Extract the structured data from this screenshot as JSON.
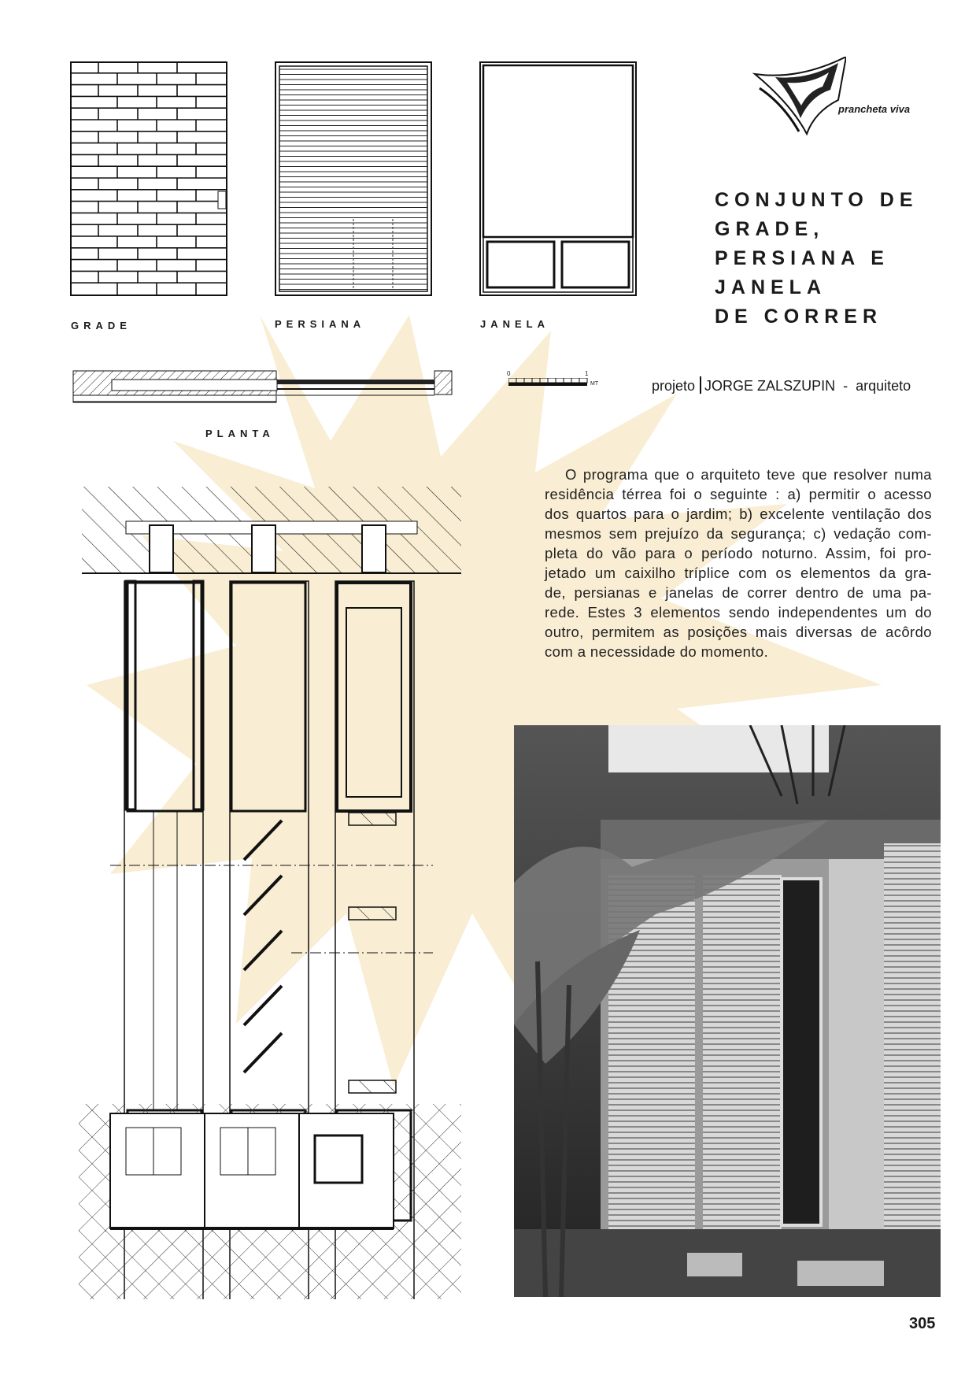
{
  "header": {
    "logo_text": "prancheta viva"
  },
  "drawings": {
    "elevation_labels": [
      "GRADE",
      "PERSIANA",
      "JANELA"
    ],
    "plan_label": "PLANTA",
    "scale_bar": {
      "start": "0",
      "end": "1",
      "unit": "MT"
    }
  },
  "article": {
    "title_lines": [
      "CONJUNTO DE",
      "GRADE,",
      "PERSIANA E",
      "JANELA",
      "DE CORRER"
    ],
    "credit": {
      "prefix": "projeto",
      "name": "JORGE ZALSZUPIN",
      "separator": "-",
      "role": "arquiteto"
    },
    "body_lines": [
      "O programa que o arquiteto teve que resolver numa",
      "residência térrea foi o seguinte :  a) permitir o acesso",
      "dos quartos para o jardim; b) excelente ventilação dos",
      "mesmos sem prejuízo da segurança; c) vedação com-",
      "pleta do vão para o período noturno.  Assim, foi pro-",
      "jetado um caixilho tríplice com os elementos da gra-",
      "de, persianas e janelas de correr dentro de uma pa-",
      "rede.  Estes 3 elementos sendo independentes um do",
      "outro, permitem as posições mais diversas de acôrdo",
      "com a necessidade do momento."
    ]
  },
  "footer": {
    "page_number": "305"
  },
  "colors": {
    "ink": "#1a1a1a",
    "watermark": "#f7e7c4",
    "paper": "#ffffff"
  }
}
